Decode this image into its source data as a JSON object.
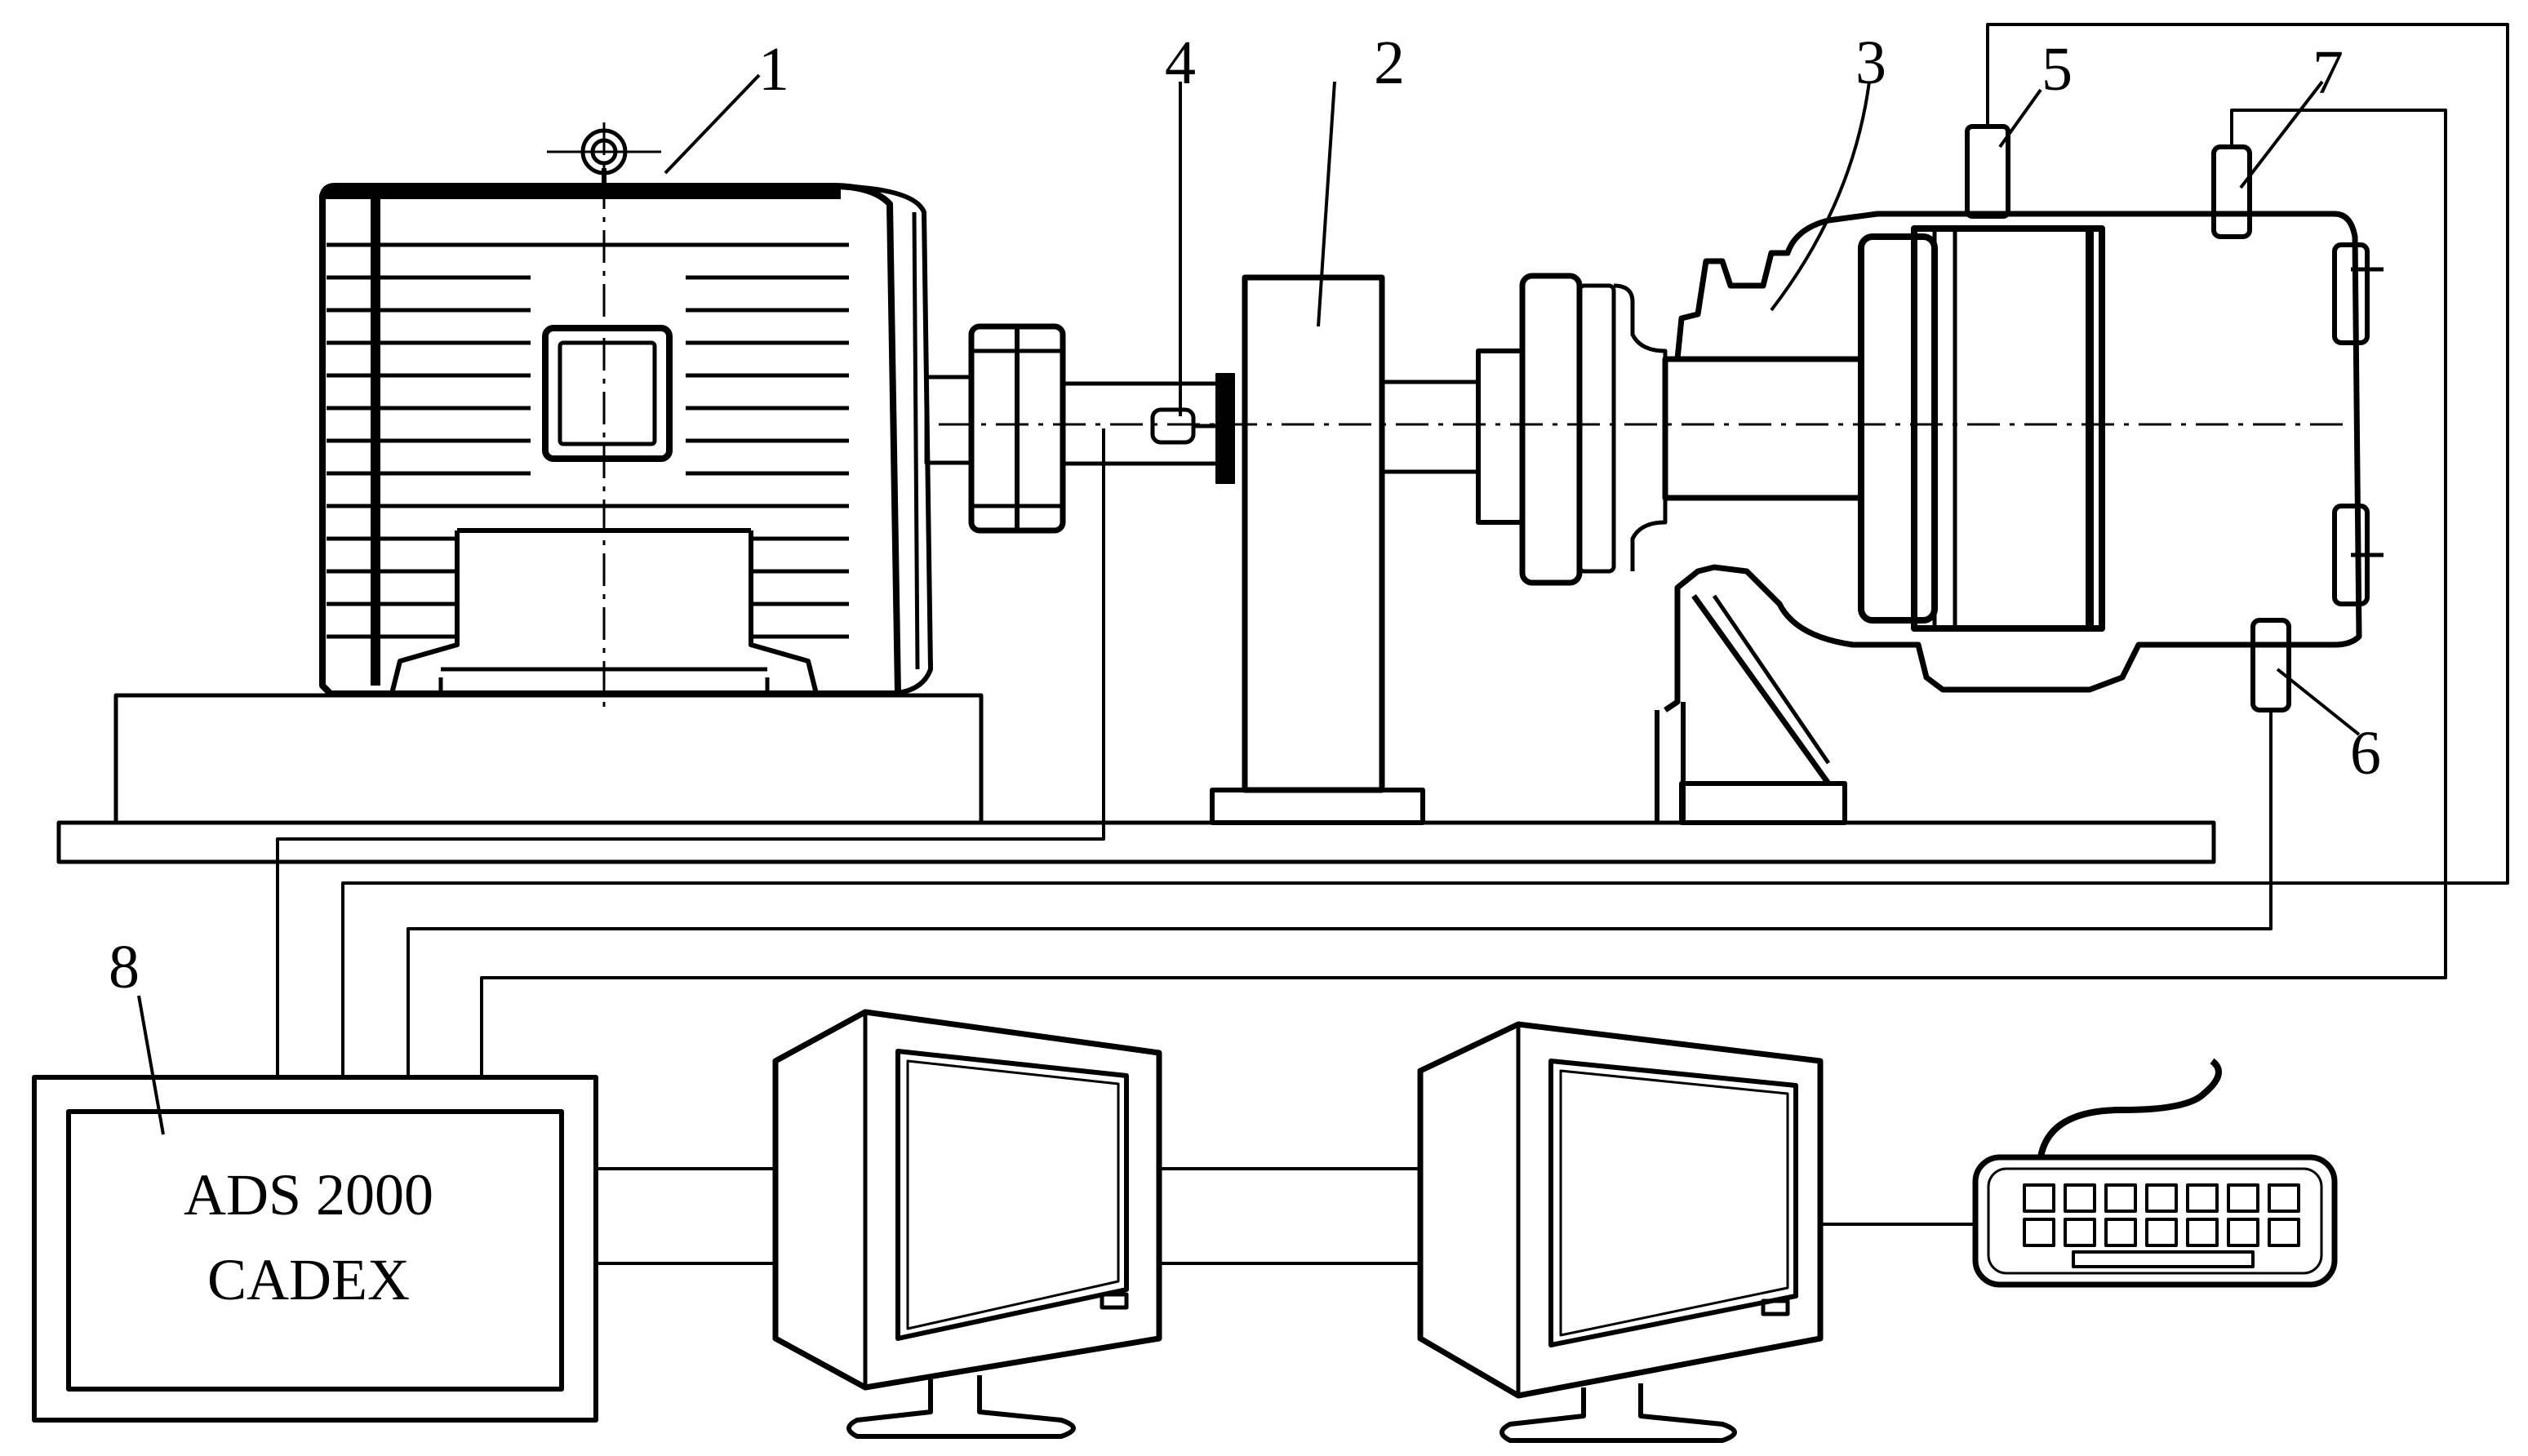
{
  "diagram": {
    "labels": {
      "motor": "1",
      "support": "2",
      "pump": "3",
      "sensor_shaft": "4",
      "sensor_top": "5",
      "sensor_bottom": "6",
      "sensor_right": "7",
      "analyzer": "8"
    },
    "analyzer_box": {
      "line1": "ADS 2000",
      "line2": "CADEX"
    }
  },
  "colors": {
    "stroke": "#000000",
    "background": "#ffffff"
  }
}
